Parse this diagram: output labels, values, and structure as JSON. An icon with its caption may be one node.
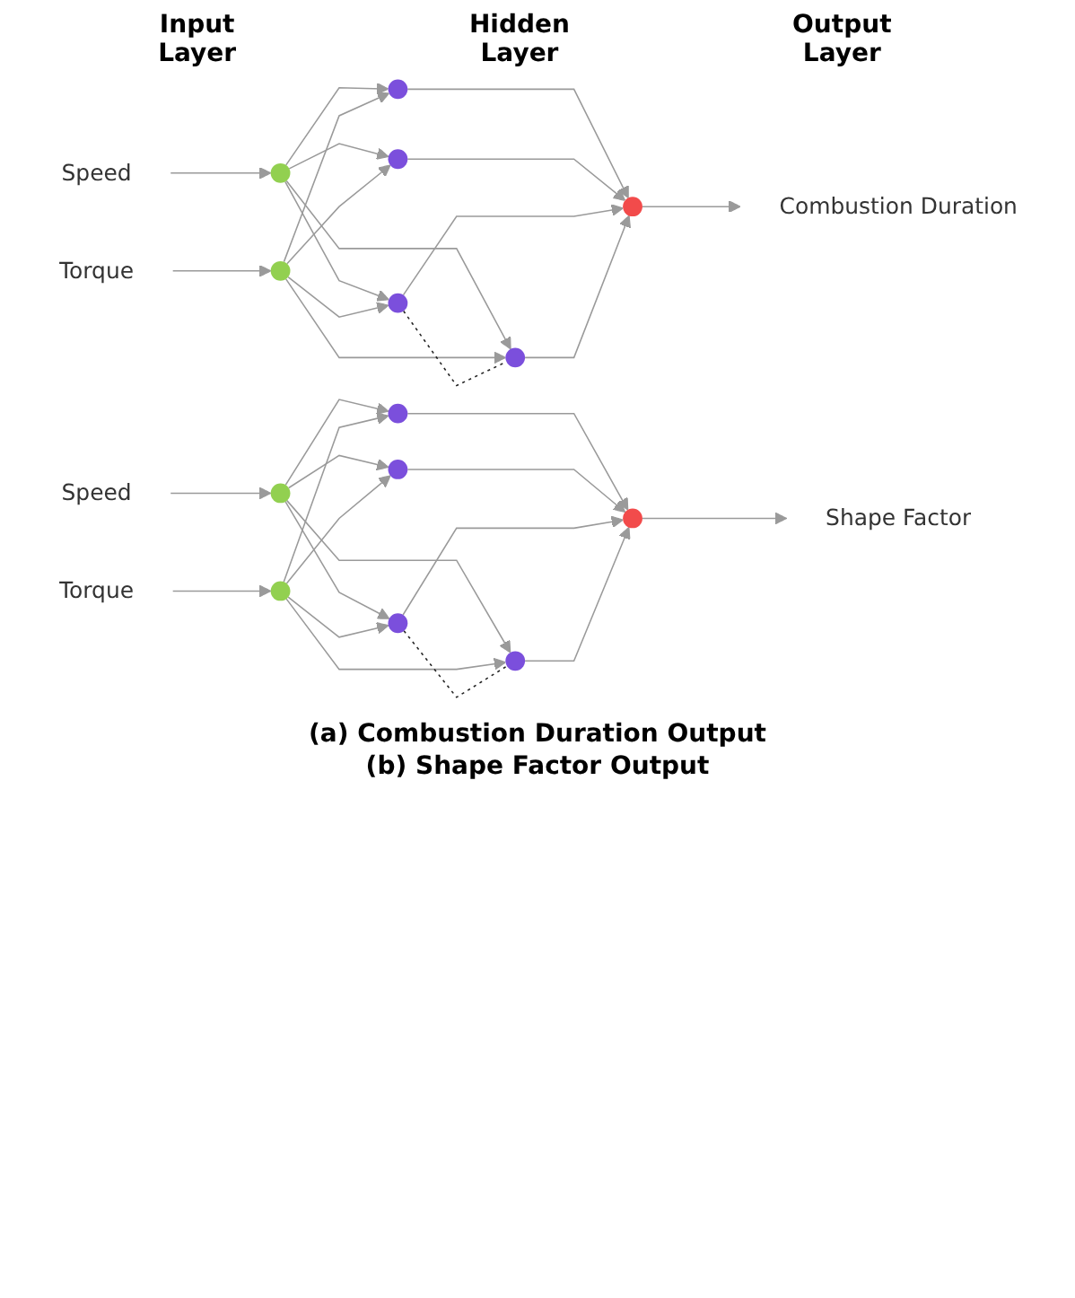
{
  "diagram": {
    "nodes": [
      {
        "text": [
          "Speed"
        ]
      },
      {
        "text": [
          "Torque"
        ]
      },
      {
        "text": [],
        "shape": "circle"
      },
      {
        "text": [],
        "shape": "circle"
      },
      {
        "text": [],
        "shape": "circle"
      },
      {
        "text": [],
        "shape": "circle"
      },
      {
        "text": [],
        "shape": "circle"
      },
      {
        "text": [],
        "shape": "circle"
      },
      {
        "text": [],
        "shape": "circle"
      },
      {
        "text": [
          "Combustion Duration"
        ]
      },
      {
        "text": [
          "Speed"
        ]
      },
      {
        "text": [
          "Torque"
        ]
      },
      {
        "text": [],
        "shape": "circle"
      },
      {
        "text": [],
        "shape": "circle"
      },
      {
        "text": [],
        "shape": "circle"
      },
      {
        "text": [],
        "shape": "circle"
      },
      {
        "text": [],
        "shape": "circle"
      },
      {
        "text": [],
        "shape": "circle"
      },
      {
        "text": [],
        "shape": "circle"
      },
      {
        "text": [
          "Shape Factor"
        ]
      }
    ],
    "edges": [
      {
        "from": 0,
        "to": 2,
        "arrow": "to"
      },
      {
        "from": 1,
        "to": 3,
        "arrow": "to"
      },
      {
        "from": 2,
        "to": 4,
        "arrow": "to"
      },
      {
        "from": 2,
        "to": 5,
        "arrow": "to"
      },
      {
        "from": 2,
        "to": 6,
        "arrow": "to"
      },
      {
        "from": 2,
        "to": 7,
        "arrow": "to"
      },
      {
        "from": 3,
        "to": 4,
        "arrow": "to"
      },
      {
        "from": 3,
        "to": 5,
        "arrow": "to"
      },
      {
        "from": 3,
        "to": 6,
        "arrow": "to"
      },
      {
        "from": 3,
        "to": 7,
        "arrow": "to"
      },
      {
        "from": 6,
        "to": 7,
        "arrow": "none",
        "style": "dashed",
        "color": "#222222"
      },
      {
        "from": 4,
        "to": 8,
        "arrow": "to"
      },
      {
        "from": 5,
        "to": 8,
        "arrow": "to"
      },
      {
        "from": 6,
        "to": 8,
        "arrow": "to"
      },
      {
        "from": 7,
        "to": 8,
        "arrow": "to"
      },
      {
        "from": 8,
        "to": 9,
        "arrow": "to"
      },
      {
        "from": 10,
        "to": 12,
        "arrow": "to"
      },
      {
        "from": 11,
        "to": 13,
        "arrow": "to"
      },
      {
        "from": 12,
        "to": 14,
        "arrow": "to"
      },
      {
        "from": 12,
        "to": 15,
        "arrow": "to"
      },
      {
        "from": 12,
        "to": 16,
        "arrow": "to"
      },
      {
        "from": 12,
        "to": 17,
        "arrow": "to"
      },
      {
        "from": 13,
        "to": 14,
        "arrow": "to"
      },
      {
        "from": 13,
        "to": 15,
        "arrow": "to"
      },
      {
        "from": 13,
        "to": 16,
        "arrow": "to"
      },
      {
        "from": 13,
        "to": 17,
        "arrow": "to"
      },
      {
        "from": 16,
        "to": 17,
        "arrow": "none",
        "style": "dashed",
        "color": "#222222"
      },
      {
        "from": 14,
        "to": 18,
        "arrow": "to"
      },
      {
        "from": 15,
        "to": 18,
        "arrow": "to"
      },
      {
        "from": 16,
        "to": 18,
        "arrow": "to"
      },
      {
        "from": 17,
        "to": 18,
        "arrow": "to"
      },
      {
        "from": 18,
        "to": 19,
        "arrow": "to"
      }
    ],
    "labels": [
      "Input Layer",
      "Hidden Layer",
      "Output Layer",
      "(a) Combustion Duration Output",
      "(b) Shape Factor Output"
    ]
  }
}
